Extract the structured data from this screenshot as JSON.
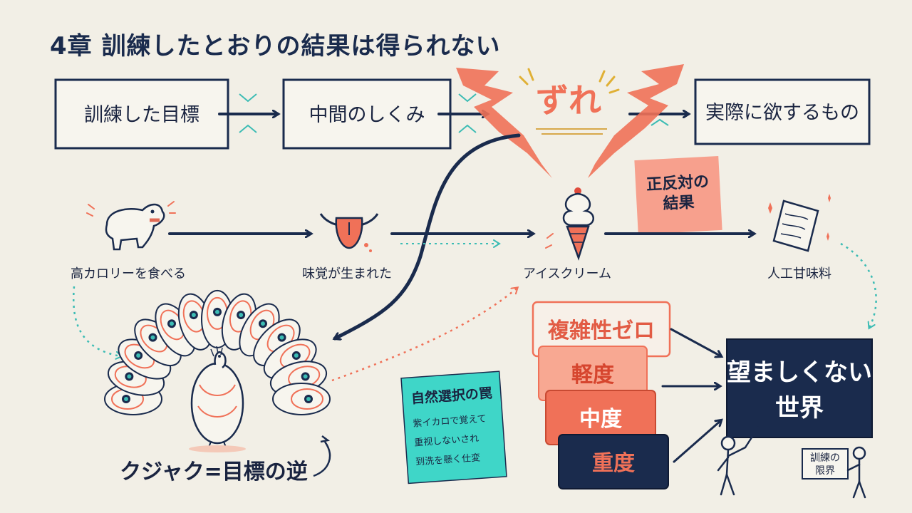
{
  "title": "4章 訓練したとおりの結果は得られない",
  "top_flow": {
    "box1": "訓練した目標",
    "box2": "中間のしくみ",
    "zure": "ずれ",
    "box3": "実際に欲するもの"
  },
  "sticky_opposite": [
    "正反対の",
    "結果"
  ],
  "middle_flow": {
    "calorie": "高カロリーを食べる",
    "taste": "味覚が生まれた",
    "icecream": "アイスクリーム",
    "sweetener": "人工甘味料"
  },
  "peacock_label": "クジャク=目標の逆",
  "natural_selection": {
    "title": "自然選択の罠",
    "items": [
      "紫イカロで覚えて",
      "重视しないされ",
      "到洗を懸く仕変"
    ]
  },
  "severity": {
    "zero": "複雑性ゼロ",
    "light": "軽度",
    "medium": "中度",
    "heavy": "重度"
  },
  "world": [
    "望ましくない",
    "世界"
  ],
  "limits_sign": [
    "訓練の",
    "限界"
  ],
  "colors": {
    "navy": "#1a2b4d",
    "coral": "#f07158",
    "teal": "#3cbcb4",
    "sticky_green": "#3fd6c8",
    "background": "#f2efe6"
  }
}
